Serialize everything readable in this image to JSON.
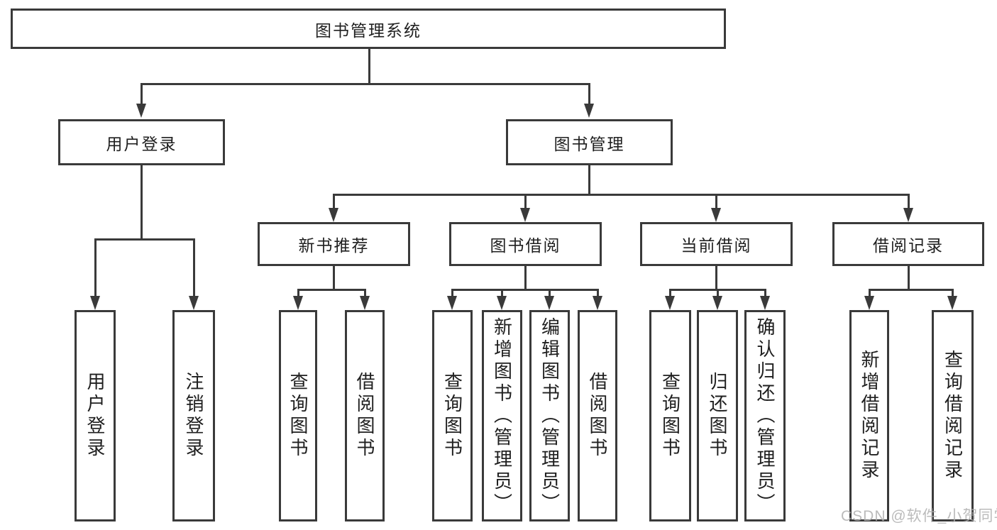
{
  "tree": {
    "root": {
      "label": "图书管理系统"
    },
    "branches": [
      {
        "label": "用户登录",
        "children": [
          {
            "label": "用户登录"
          },
          {
            "label": "注销登录"
          }
        ]
      },
      {
        "label": "图书管理",
        "children": [
          {
            "label": "新书推荐",
            "children": [
              {
                "label": "查询图书"
              },
              {
                "label": "借阅图书"
              }
            ]
          },
          {
            "label": "图书借阅",
            "children": [
              {
                "label": "查询图书"
              },
              {
                "label": "新增图书（管理员）"
              },
              {
                "label": "编辑图书（管理员）"
              },
              {
                "label": "借阅图书"
              }
            ]
          },
          {
            "label": "当前借阅",
            "children": [
              {
                "label": "查询图书"
              },
              {
                "label": "归还图书"
              },
              {
                "label": "确认归还（管理员）"
              }
            ]
          },
          {
            "label": "借阅记录",
            "children": [
              {
                "label": "新增借阅记录"
              },
              {
                "label": "查询借阅记录"
              }
            ]
          }
        ]
      }
    ]
  },
  "watermark": {
    "text": "CSDN @软件_小贺同学"
  },
  "colors": {
    "line": "#3a3a3a",
    "text": "#1f1f1f",
    "bg": "#ffffff",
    "wm": "#b0b0b0"
  }
}
